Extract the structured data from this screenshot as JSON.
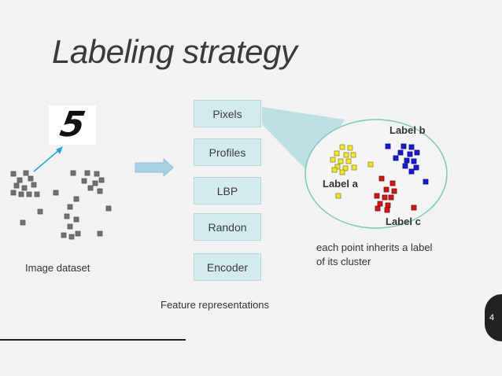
{
  "slide": {
    "title": "Labeling strategy",
    "page_number": "4"
  },
  "dataset": {
    "label": "Image dataset",
    "sample_digit": "5"
  },
  "features": {
    "items": [
      "Pixels",
      "Profiles",
      "LBP",
      "Randon",
      "Encoder"
    ],
    "caption": "Feature representations"
  },
  "clusters": {
    "label_a": "Label a",
    "label_b": "Label b",
    "label_c": "Label c",
    "note_line1": "each point inherits a label",
    "note_line2": "of its cluster"
  },
  "colors": {
    "point_gray": "#707070",
    "cluster_a": "#f3e52a",
    "cluster_b": "#1a1ad0",
    "cluster_c": "#cc1a1a",
    "box_fill": "#d4ebee",
    "arrow_blue": "#2aa6d6",
    "ellipse_stroke": "#7fc9b8"
  }
}
